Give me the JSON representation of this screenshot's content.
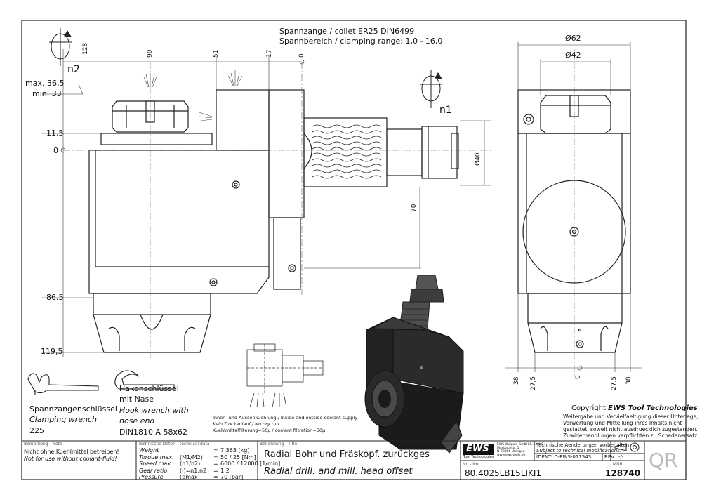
{
  "header": {
    "collet_line": "Spannzange / collet   ER25   DIN6499",
    "range_line": "Spannbereich / clamping range: 1,0 - 16,0"
  },
  "dimensions": {
    "top": [
      "128",
      "90",
      "51",
      "17",
      "0"
    ],
    "left": [
      "max. 36,5",
      "min. 33",
      "11,5",
      "0",
      "86,5",
      "119,5"
    ],
    "vertical_70": "70",
    "dia_40": "Ø40",
    "dia_62": "Ø62",
    "dia_42": "Ø42",
    "right_bottom": [
      "38",
      "27,5",
      "0",
      "27,5",
      "38"
    ]
  },
  "rotation_labels": {
    "n1": "n1",
    "n2": "n2"
  },
  "wrenches": {
    "clamping": {
      "de": "Spannzangenschlüssel",
      "en": "Clamping wrench",
      "size": "225"
    },
    "hook": {
      "de1": "Hakenschlüssel",
      "de2": "mit Nase",
      "en1": "Hook wrench with",
      "en2": "nose end",
      "size": "DIN1810  A 58x62"
    }
  },
  "coolant": {
    "line1": "Innen- und Aussenkuehlung / Inside and outside coolant supply",
    "line2": "Kein Trockenlauf / No dry run",
    "line3": "Kuehlmittelfilterung=50µ / coolant filtration=50µ"
  },
  "copyright": {
    "title_prefix": "Copyright ",
    "title_brand": "EWS Tool Technologies",
    "lines": [
      "Weitergabe und Vervielfaeltigung dieser Unterlage,",
      "Verwertung und Mitteilung ihres Inhalts nicht",
      "gestattet, soweit nicht ausdruecklich zugestanden.",
      "Zuwiderhandlungen verpflichten zu Schadenersatz."
    ]
  },
  "title_block": {
    "note_label": "Bemerkung - Note",
    "note_de": "Nicht ohne Kuehlmittel betreiben!",
    "note_en": "Not for use without coolant-fluid!",
    "techdata_label": "Technische Daten - technical data",
    "techdata": [
      {
        "name": "Weight",
        "sym": "",
        "val": "7.363 [kg]"
      },
      {
        "name": "Torque max.",
        "sym": "(M1/M2)",
        "val": "50 / 25 [Nm]"
      },
      {
        "name": "Speed max.",
        "sym": "(n1/n2)",
        "val": "6000 / 12000 [1/min]"
      },
      {
        "name": "Gear ratio",
        "sym": "(i)=n1:n2",
        "val": "1:2"
      },
      {
        "name": "Pressure",
        "sym": "(pmax)",
        "val": "70 [bar]"
      }
    ],
    "name_label": "Benennung - Title",
    "title_de": "Radial Bohr und Fräskopf. zurückges",
    "title_en": "Radial drill. and mill. head offset",
    "logo": "EWS",
    "logo_sub": "Tool Technologies",
    "company_lines": [
      "EWS Weigele GmbH & Co. KG",
      "Maybachstr. 1",
      "D-73066 Uhingen",
      "www.ews-tools.de"
    ],
    "change_de": "Technische Aenderungen vorbehalten!",
    "change_en": "Subject to technical modifications!",
    "ident": "IDENT:  D-EWS-011543",
    "rev": "REV.:  -/-",
    "nr_label": "Nr. - No",
    "part_no": "80.4025LB15LIKI1",
    "mnr_label": "MNR.",
    "mnr": "128740",
    "qr": "QR"
  }
}
